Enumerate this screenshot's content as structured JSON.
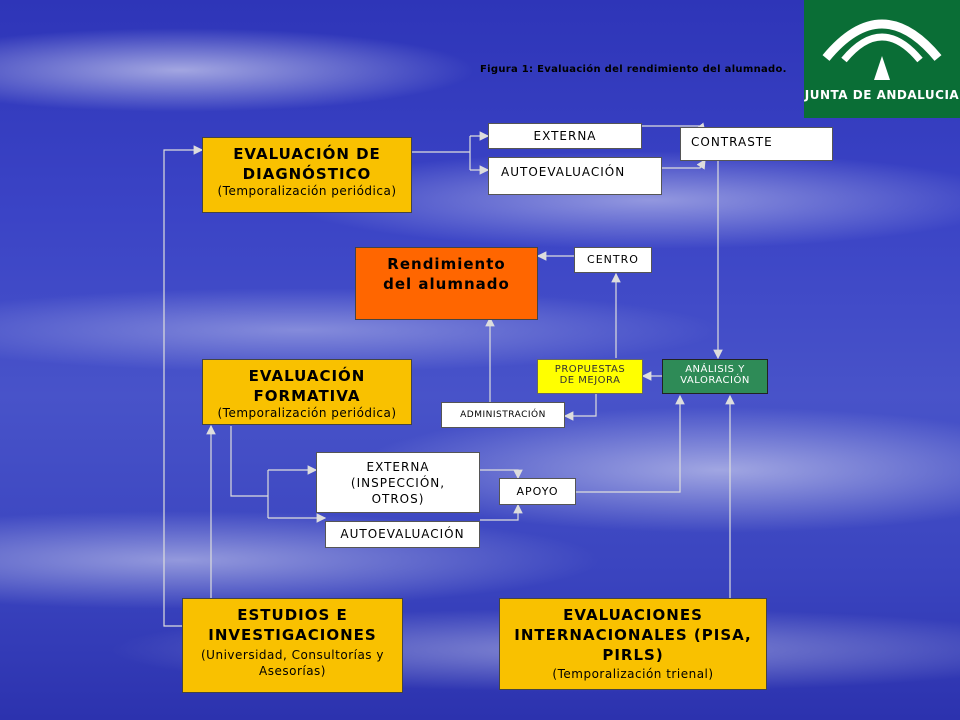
{
  "caption": "Figura 1: Evaluación del rendimiento del alumnado.",
  "logo_text": "JUNTA DE ANDALUCIA",
  "nodes": {
    "diagnostico": {
      "title": "EVALUACIÓN DE DIAGNÓSTICO",
      "sub": "(Temporalización periódica)"
    },
    "externa_top": "EXTERNA",
    "autoeval_top": "AUTOEVALUACIÓN",
    "contraste": "CONTRASTE",
    "rendimiento": "Rendimiento del alumnado",
    "centro": "CENTRO",
    "formativa": {
      "title": "EVALUACIÓN FORMATIVA",
      "sub": "(Temporalización periódica)"
    },
    "propuestas": "PROPUESTAS DE MEJORA",
    "analisis": "ANÁLISIS Y VALORACIÓN",
    "administracion": "ADMINISTRACIÓN",
    "externa_mid": "EXTERNA (INSPECCIÓN, OTROS)",
    "apoyo": "APOYO",
    "autoeval_mid": "AUTOEVALUACIÓN",
    "estudios": {
      "title": "ESTUDIOS E INVESTIGACIONES",
      "sub": "(Universidad, Consultorías y Asesorías)"
    },
    "internacionales": {
      "title": "EVALUACIONES INTERNACIONALES (PISA, PIRLS)",
      "sub": "(Temporalización trienal)"
    }
  },
  "colors": {
    "yellow": "#f9c100",
    "orange": "#ff6600",
    "light_yellow": "#ffff00",
    "green": "#2e8b57",
    "logo_bg": "#0a6e36"
  }
}
